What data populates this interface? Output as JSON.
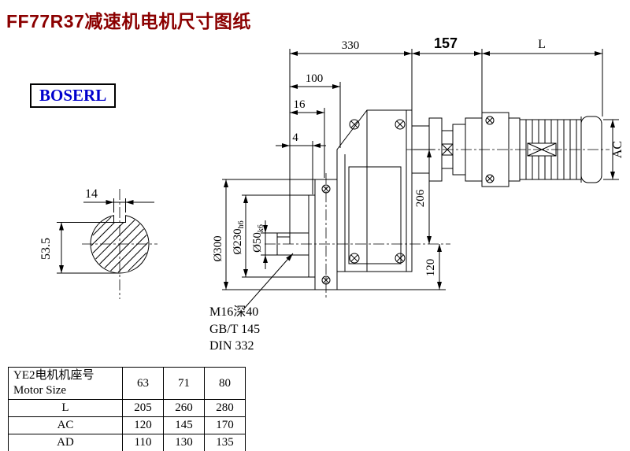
{
  "title": "FF77R37减速机电机尺寸图纸",
  "brand": "BOSERL",
  "colors": {
    "title": "#8b0000",
    "brand": "#0000cd"
  },
  "drawing": {
    "dim_330": "330",
    "dim_157": "157",
    "dim_L": "L",
    "dim_100": "100",
    "dim_16": "16",
    "dim_4": "4",
    "dim_AC": "AC",
    "dim_206": "206",
    "dim_120": "120",
    "dia_300": "Ø300",
    "dia_230": "Ø230",
    "dia_230_tol": "h6",
    "dia_50": "Ø50",
    "dia_50_tol": "k6",
    "dim_14": "14",
    "dim_53_5": "53.5",
    "note_thread": "M16深40",
    "note_gb": "GB/T 145",
    "note_din": "DIN 332"
  },
  "table": {
    "header_cn": "YE2电机机座号",
    "header_en": "Motor Size",
    "sizes": [
      "63",
      "71",
      "80"
    ],
    "rows": [
      {
        "label": "L",
        "values": [
          "205",
          "260",
          "280"
        ]
      },
      {
        "label": "AC",
        "values": [
          "120",
          "145",
          "170"
        ]
      },
      {
        "label": "AD",
        "values": [
          "110",
          "130",
          "135"
        ]
      }
    ]
  }
}
